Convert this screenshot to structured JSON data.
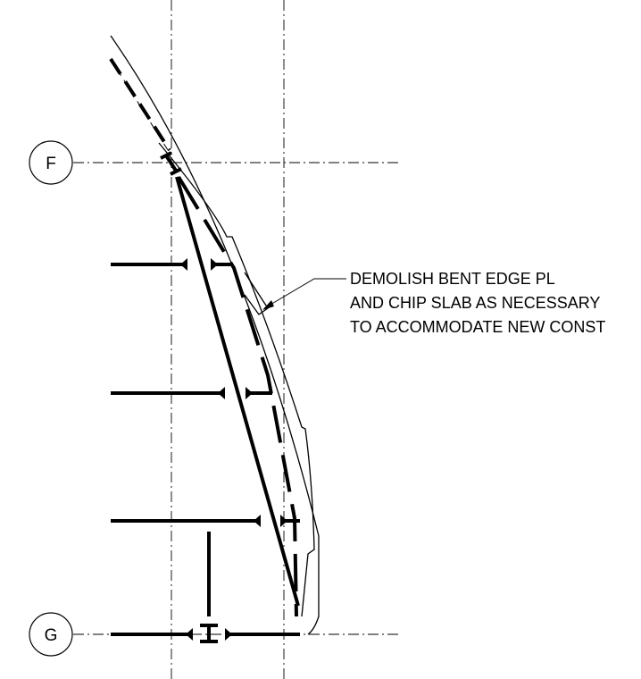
{
  "grid": {
    "bubbles": [
      {
        "label": "F"
      },
      {
        "label": "G"
      }
    ]
  },
  "note": {
    "lines": [
      "DEMOLISH BENT EDGE PL",
      "AND CHIP SLAB AS NECESSARY",
      "TO ACCOMMODATE NEW CONST"
    ]
  }
}
